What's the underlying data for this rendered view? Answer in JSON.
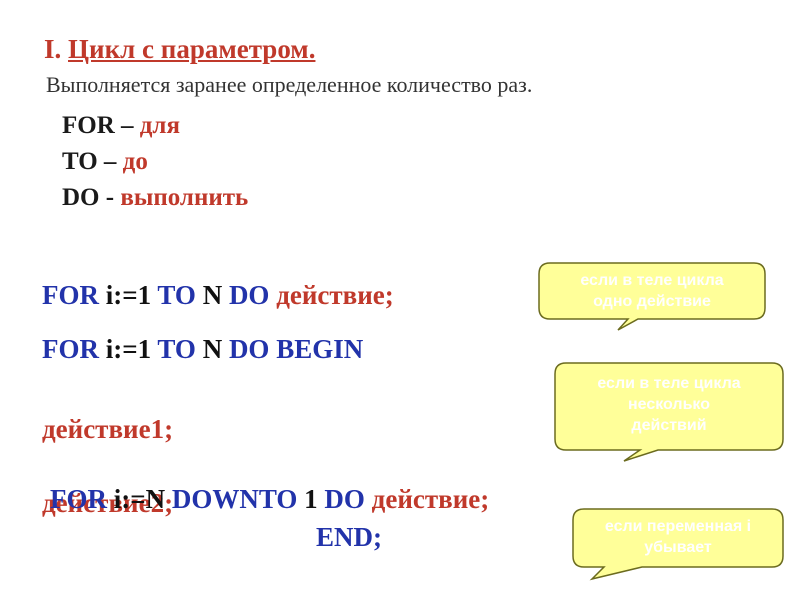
{
  "heading": {
    "number": "I.",
    "title": "Цикл с параметром.",
    "subtitle": "Выполняется заранее определенное количество раз."
  },
  "keywords": [
    {
      "en": "FOR",
      "sep": "–",
      "ru": "для"
    },
    {
      "en": "TO",
      "sep": "–",
      "ru": "до"
    },
    {
      "en": "DO",
      "sep": "-",
      "ru": "выполнить"
    }
  ],
  "code": {
    "line1": {
      "for": "FOR",
      "var": "i:=1",
      "to": "TO",
      "n": "N",
      "do": "DO",
      "action": "действие;"
    },
    "line2": {
      "for": "FOR",
      "var": "i:=1",
      "to": "TO",
      "n": "N",
      "do": "DO",
      "begin": "BEGIN"
    },
    "line3": "действие1;",
    "line4": "действие2;",
    "line5": {
      "for": "FOR",
      "var": "i:=N",
      "downto": "DOWNTO",
      "one": "1",
      "do": "DO",
      "action": "действие;"
    },
    "line6": "END;"
  },
  "callouts": [
    {
      "lines": [
        "если в теле цикла",
        "одно действие"
      ]
    },
    {
      "lines": [
        "если в теле цикла",
        "несколько",
        "действий"
      ]
    },
    {
      "lines": [
        "если переменная i",
        "убывает"
      ]
    }
  ],
  "colors": {
    "accent_red": "#c0392b",
    "code_blue": "#2233aa",
    "callout_fill": "#ffff99",
    "callout_stroke": "#6b6b1f"
  }
}
